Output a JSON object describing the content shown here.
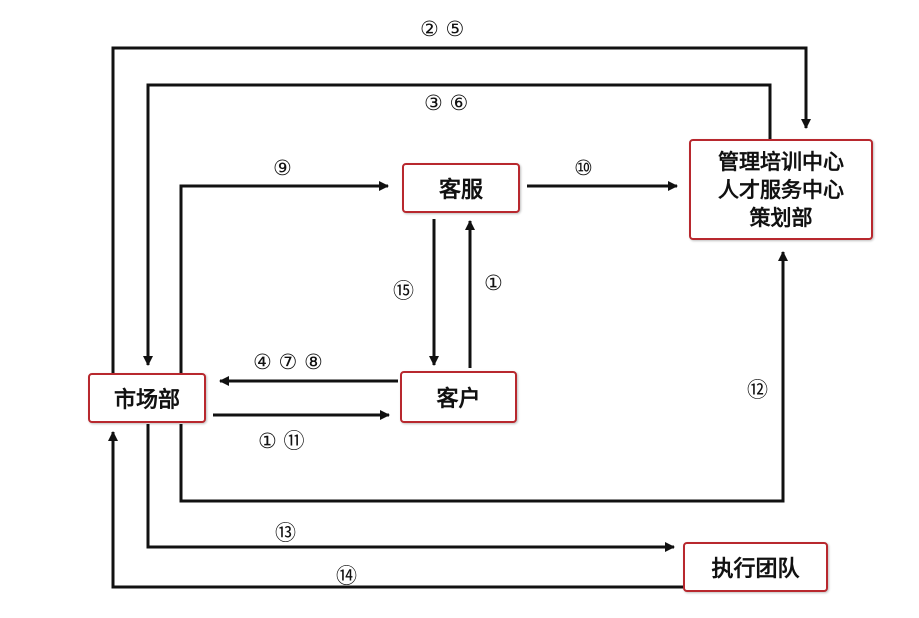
{
  "nodes": {
    "market": "市场部",
    "service": "客服",
    "client": "客户",
    "center_line1": "管理培训中心",
    "center_line2": "人才服务中心",
    "center_line3": "策划部",
    "exec": "执行团队"
  },
  "labels": {
    "top_2_5": "② ⑤",
    "top_3_6": "③ ⑥",
    "l9": "⑨",
    "l10": "⑩",
    "l15": "⑮",
    "l1_up": "①",
    "l478": "④ ⑦ ⑧",
    "l1_11": "① ⑪",
    "l12": "⑫",
    "l13": "⑬",
    "l14": "⑭"
  },
  "colors": {
    "node_border": "#b8282e",
    "line": "#111111"
  }
}
